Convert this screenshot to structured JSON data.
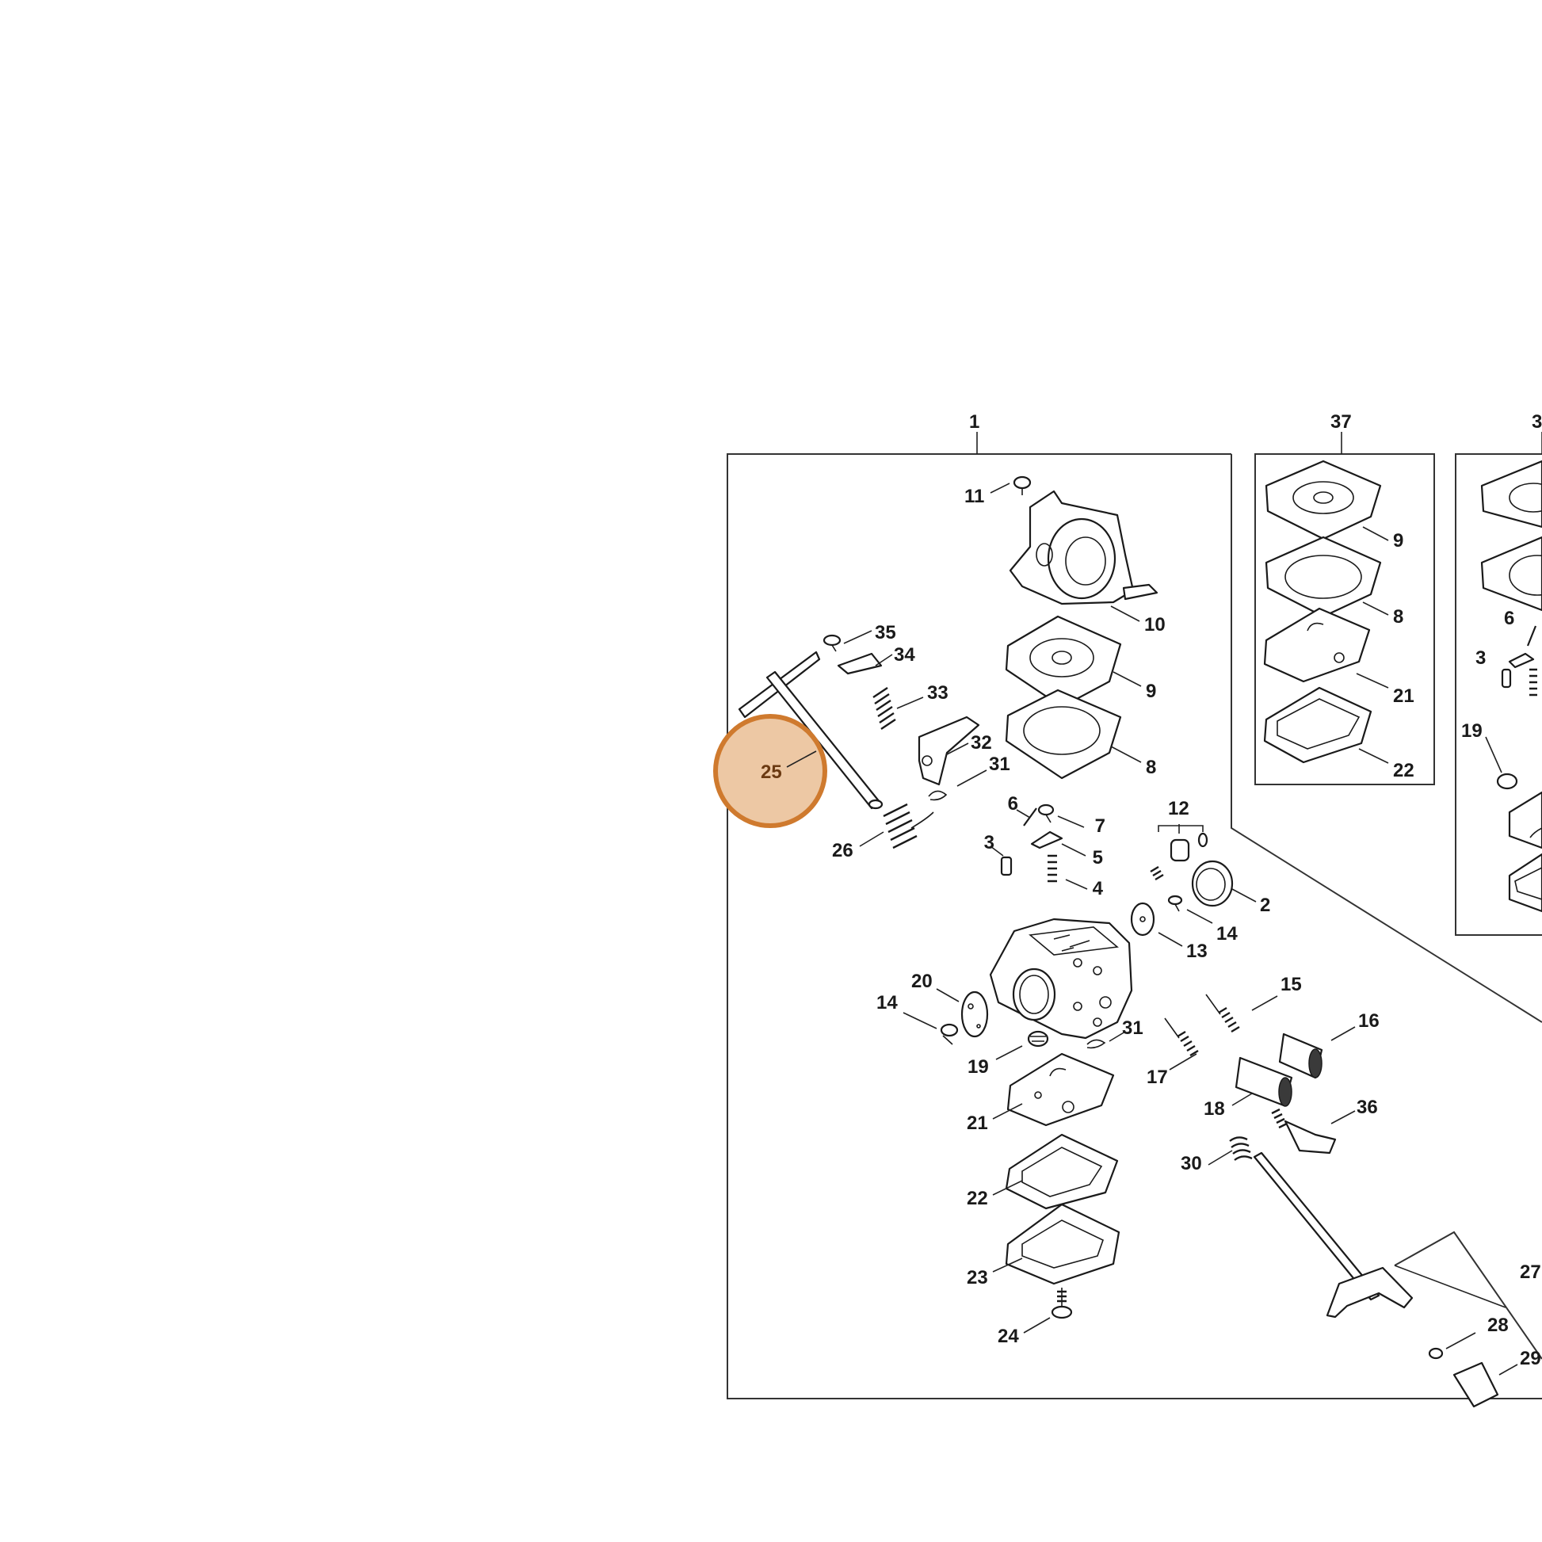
{
  "colors": {
    "highlight_fill": "#edc8a4",
    "highlight_stroke": "#cf7a2e",
    "line": "#1a1a1a"
  },
  "highlight": {
    "label": "25"
  },
  "callouts": {
    "c1": "1",
    "c37": "37",
    "c3x": "3",
    "c11": "11",
    "c10": "10",
    "c9a": "9",
    "c8a": "8",
    "c35": "35",
    "c34": "34",
    "c33": "33",
    "c32": "32",
    "c31a": "31",
    "c26": "26",
    "c6a": "6",
    "c7": "7",
    "c5": "5",
    "c3a": "3",
    "c4": "4",
    "c12": "12",
    "c2": "2",
    "c14a": "14",
    "c13": "13",
    "c20": "20",
    "c14b": "14",
    "c19a": "19",
    "c31b": "31",
    "c21a": "21",
    "c22a": "22",
    "c23": "23",
    "c24": "24",
    "c15": "15",
    "c16": "16",
    "c17": "17",
    "c18": "18",
    "c36": "36",
    "c30": "30",
    "c27": "27",
    "c28": "28",
    "c29": "29",
    "c9b": "9",
    "c8b": "8",
    "c21b": "21",
    "c22b": "22",
    "c6b": "6",
    "c3b": "3",
    "c19b": "19"
  }
}
